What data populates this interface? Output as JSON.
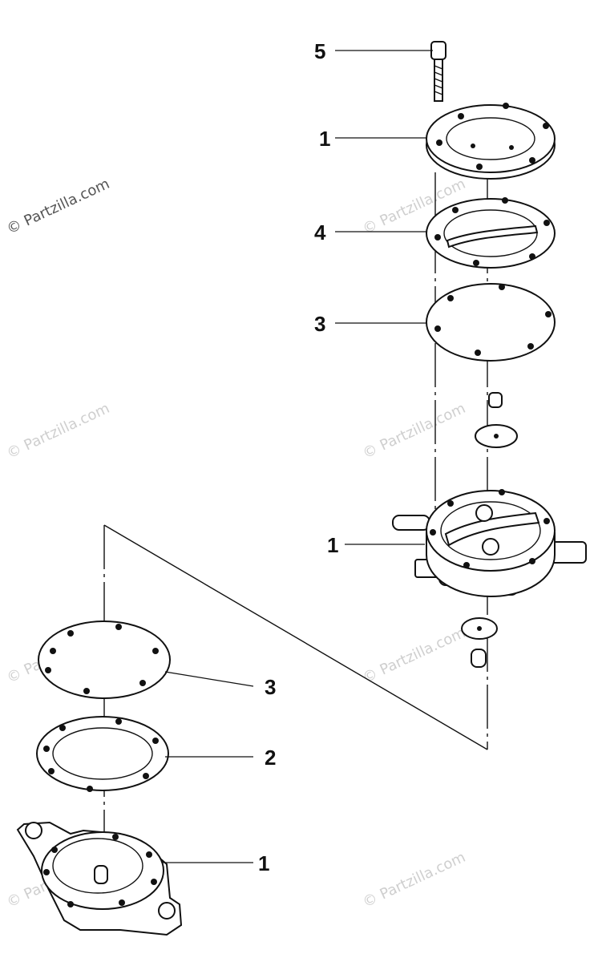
{
  "callouts": {
    "bolt": "5",
    "top_cover": "1",
    "gasket_upper": "4",
    "diaphragm_upper": "3",
    "pump_body": "1",
    "diaphragm_lower": "3",
    "gasket_lower": "2",
    "base_cover": "1"
  },
  "watermark": "© Partzilla.com"
}
